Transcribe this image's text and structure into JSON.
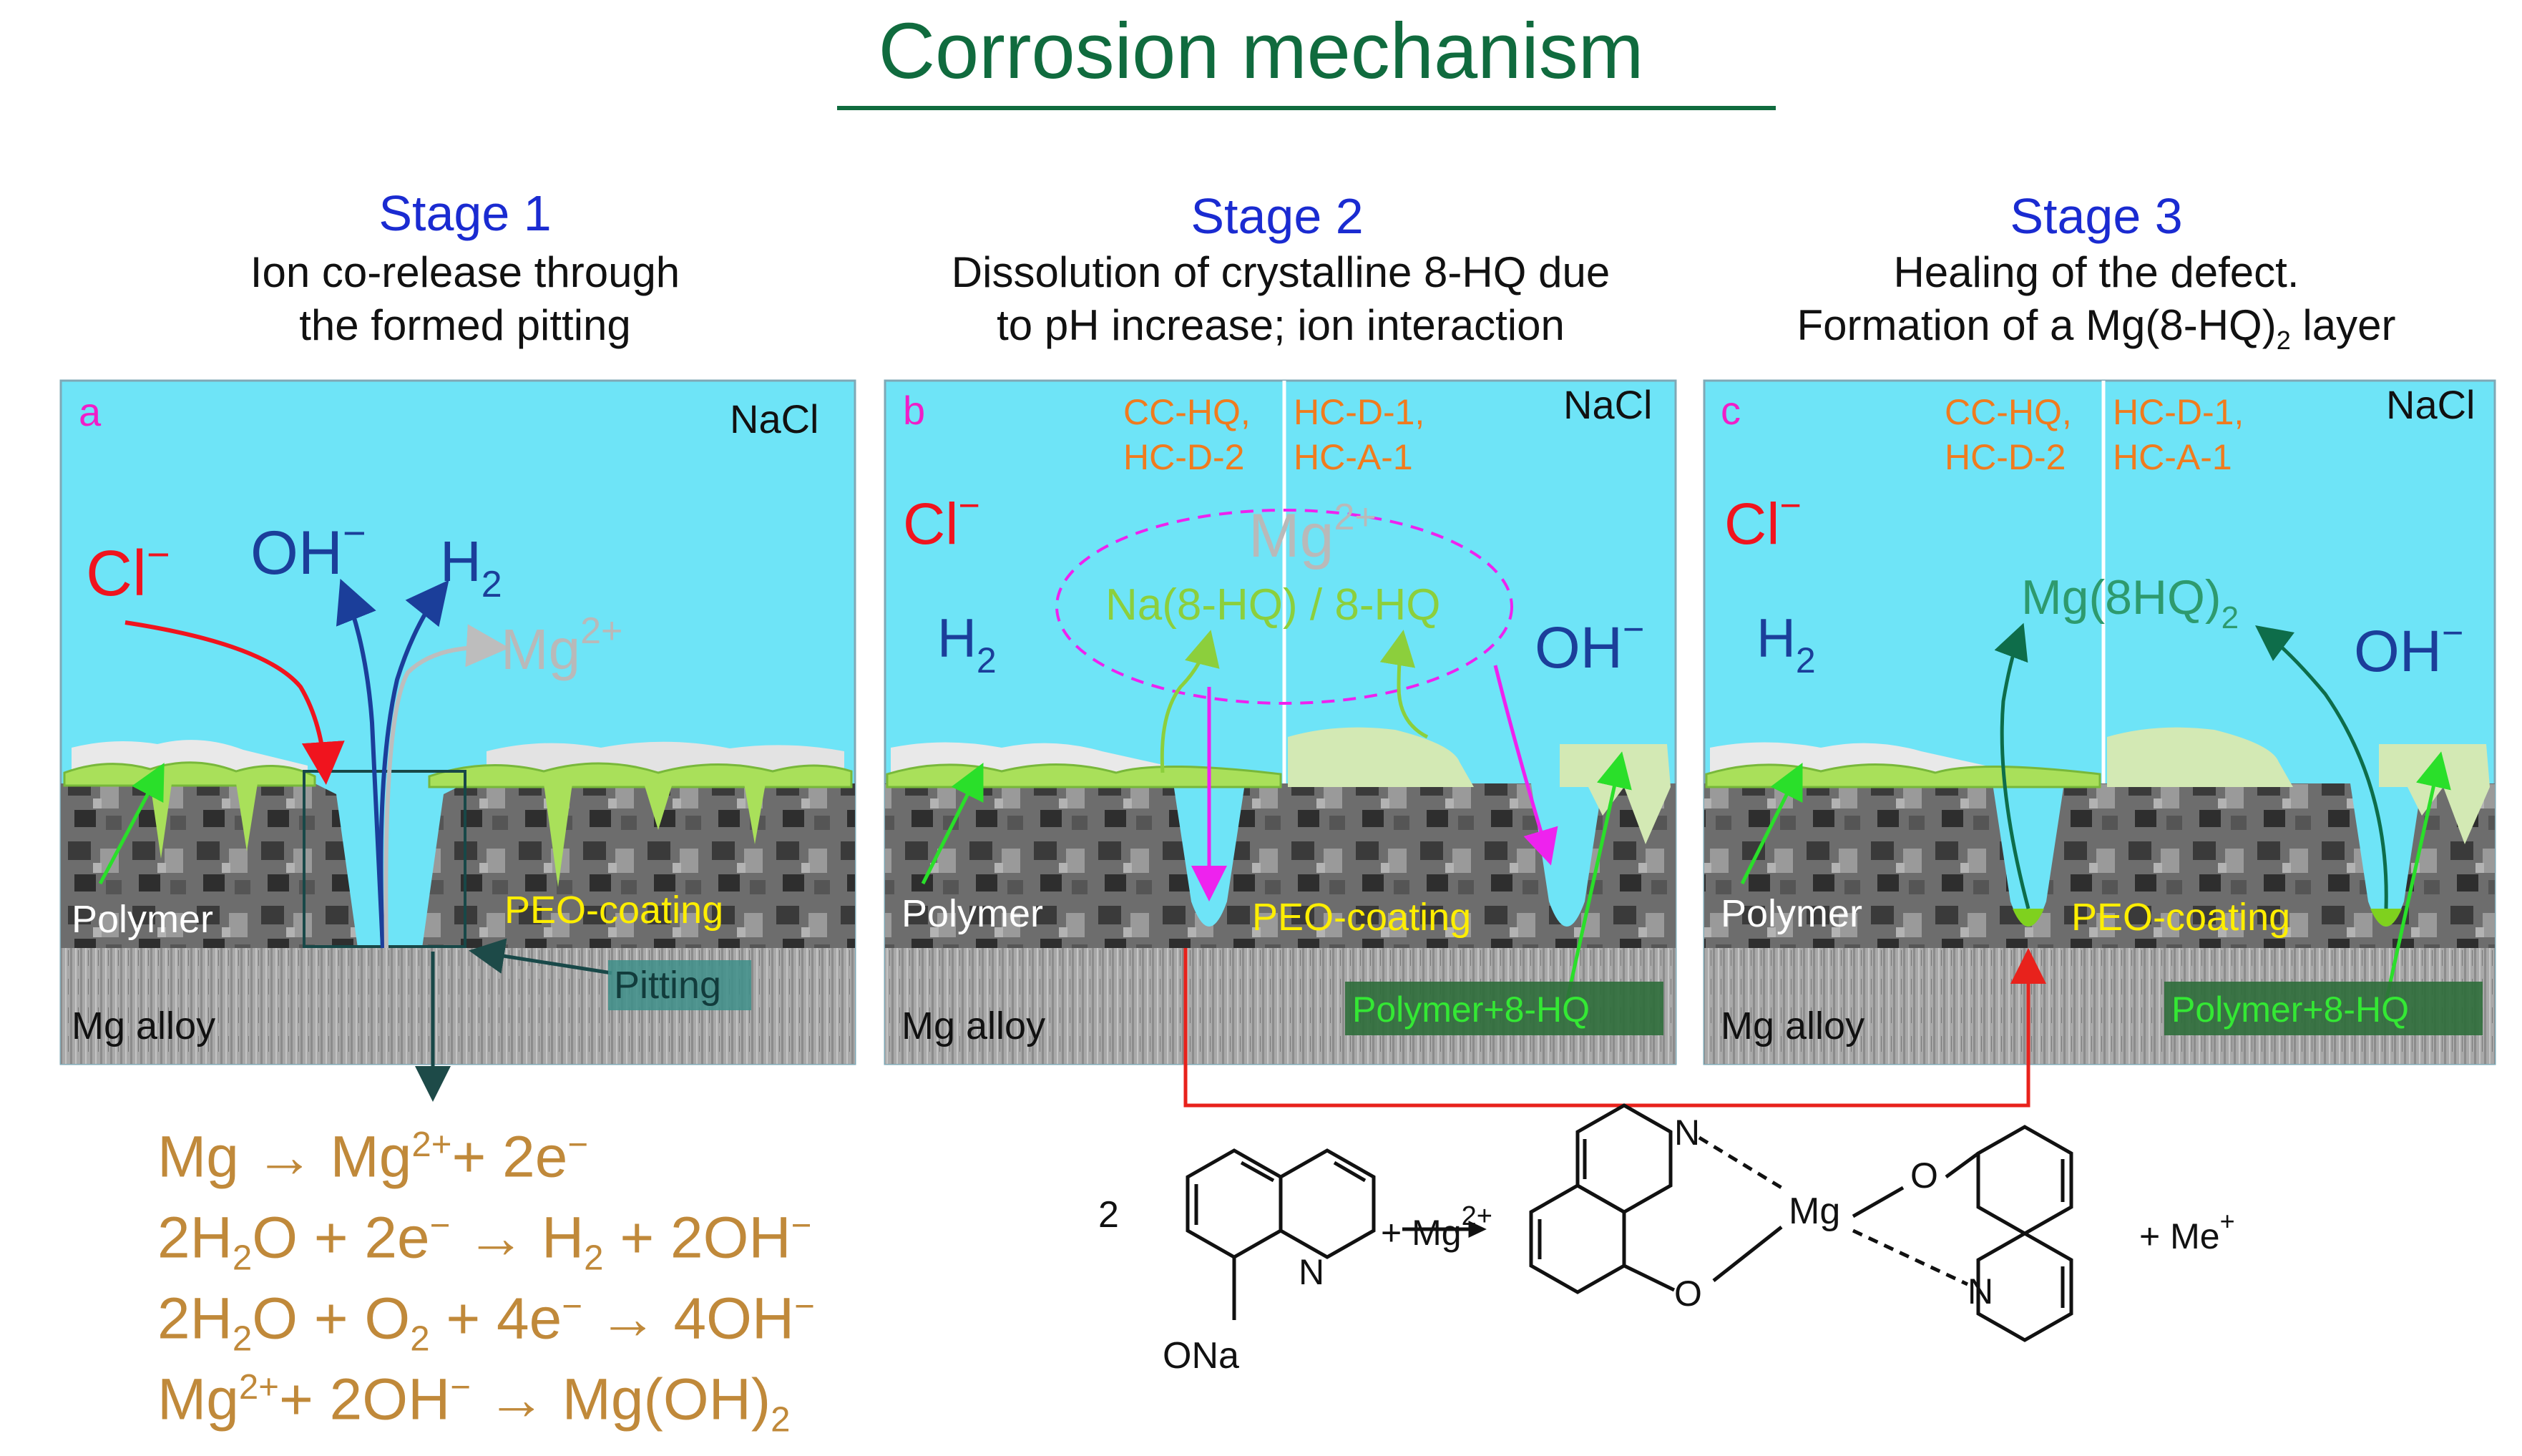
{
  "title": "Corrosion mechanism",
  "stages": [
    {
      "heading": "Stage 1",
      "desc_line1": "Ion co-release through",
      "desc_line2": "the formed pitting",
      "panel_letter": "a",
      "medium": "NaCl"
    },
    {
      "heading": "Stage 2",
      "desc_line1": "Dissolution of crystalline 8-HQ due",
      "desc_line2": "to pH increase; ion interaction",
      "panel_letter": "b",
      "medium": "NaCl"
    },
    {
      "heading": "Stage 3",
      "desc_line1": "Healing of the defect.",
      "desc_line2_pre": "Formation of a Mg(8-HQ)",
      "desc_line2_sub": "2",
      "desc_line2_post": " layer",
      "panel_letter": "c",
      "medium": "NaCl"
    }
  ],
  "panel_a": {
    "cl": "Cl",
    "cl_sup": "−",
    "oh": "OH",
    "oh_sup": "−",
    "h2": "H",
    "h2_sub": "2",
    "mg": "Mg",
    "mg_sup": "2+",
    "polymer": "Polymer",
    "peo": "PEO-coating",
    "pitting": "Pitting",
    "alloy": "Mg alloy"
  },
  "panel_b": {
    "left_tag_1": "CC-HQ,",
    "left_tag_2": "HC-D-2",
    "right_tag_1": "HC-D-1,",
    "right_tag_2": "HC-A-1",
    "cl": "Cl",
    "cl_sup": "−",
    "h2": "H",
    "h2_sub": "2",
    "mg": "Mg",
    "mg_sup": "2+",
    "na_hq": "Na(8-HQ) / 8-HQ",
    "oh": "OH",
    "oh_sup": "−",
    "polymer": "Polymer",
    "peo": "PEO-coating",
    "poly_hq": "Polymer+8-HQ",
    "alloy": "Mg alloy"
  },
  "panel_c": {
    "left_tag_1": "CC-HQ,",
    "left_tag_2": "HC-D-2",
    "right_tag_1": "HC-D-1,",
    "right_tag_2": "HC-A-1",
    "cl": "Cl",
    "cl_sup": "−",
    "h2": "H",
    "h2_sub": "2",
    "complex": "Mg(8HQ)",
    "complex_sub": "2",
    "oh": "OH",
    "oh_sup": "−",
    "polymer": "Polymer",
    "peo": "PEO-coating",
    "poly_hq": "Polymer+8-HQ",
    "alloy": "Mg alloy"
  },
  "equations": [
    {
      "a": "Mg → Mg",
      "a_sup": "2+",
      "b": "+ 2e",
      "b_sup": "−"
    },
    {
      "a": "2H",
      "a_sub": "2",
      "b": "O + 2e",
      "b_sup": "−",
      "c": " → H",
      "c_sub": "2",
      "d": " + 2OH",
      "d_sup": "−"
    },
    {
      "a": "2H",
      "a_sub": "2",
      "b": "O + O",
      "b_sub": "2",
      "c": " + 4e",
      "c_sup": "−",
      "d": " → 4OH",
      "d_sup": "−"
    },
    {
      "a": "Mg",
      "a_sup": "2+",
      "b": "+ 2OH",
      "b_sup": "−",
      "c": " → Mg(OH)",
      "c_sub": "2"
    }
  ],
  "reaction": {
    "coef": "2",
    "ona": "ONa",
    "n": "N",
    "plus_mg": "+ Mg",
    "plus_mg_sup": "2+",
    "mg": "Mg",
    "o": "O",
    "plus_me": "+ Me",
    "plus_me_sup": "+"
  },
  "colors": {
    "title": "#106b3e",
    "stage_heading": "#1a2bd1",
    "water": "#6ee4f7",
    "chloride": "#f0141e",
    "hydroxide": "#1b3e9a",
    "mg_ion": "#b9b9b9",
    "polymer": "#8fd64a",
    "peo_label": "#ffee00",
    "tag": "#f07b1e",
    "panel_letter": "#f01ec8",
    "equation": "#c0893a",
    "link_line": "#e8221c"
  }
}
